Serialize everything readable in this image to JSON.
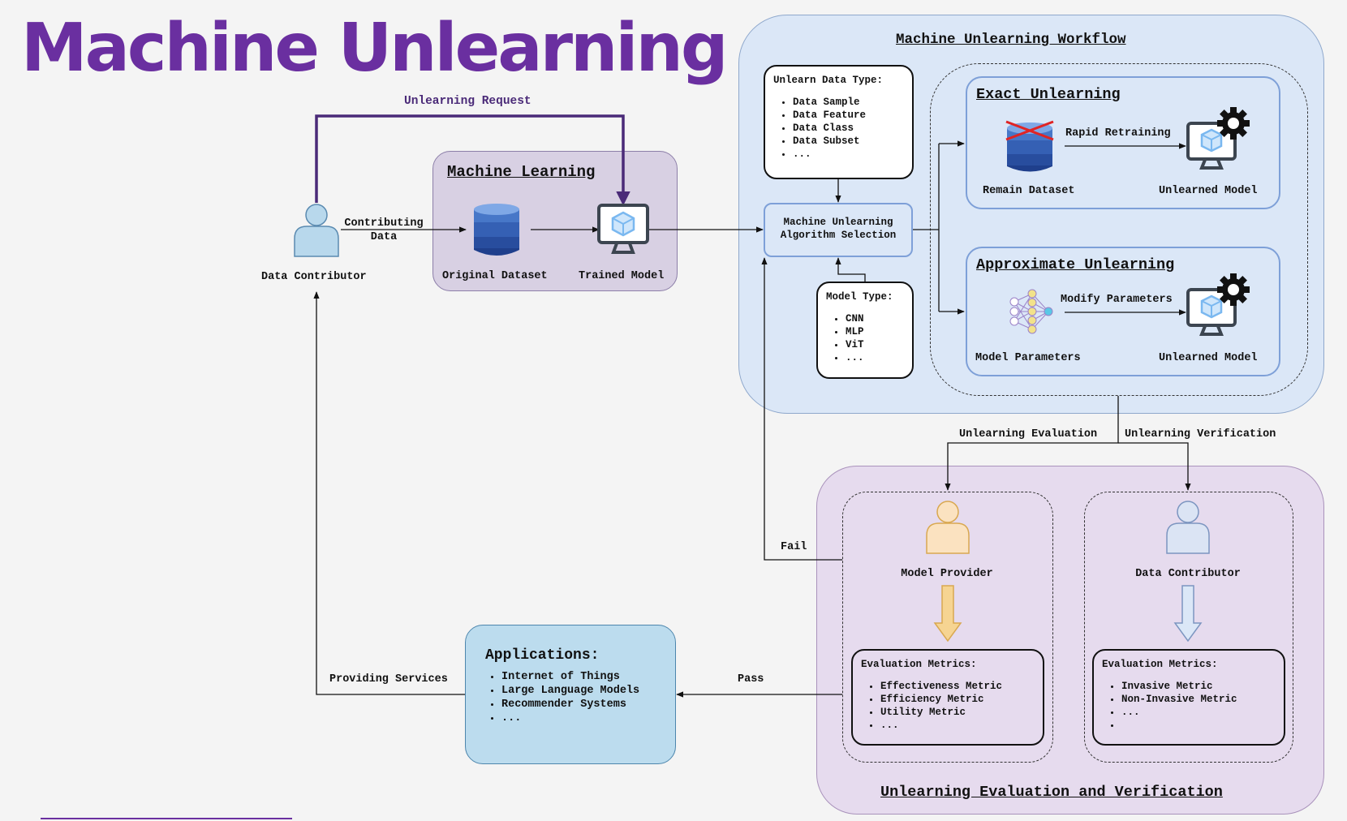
{
  "title": "Machine Unlearning",
  "unlearning_request": "Unlearning Request",
  "machine_learning": {
    "header": "Machine Learning",
    "original_dataset": "Original Dataset",
    "trained_model": "Trained Model"
  },
  "data_contributor": "Data Contributor",
  "contributing_data": [
    "Contributing",
    "Data"
  ],
  "workflow": {
    "header": "Machine Unlearning Workflow",
    "unlearn_data_type": {
      "title": "Unlearn Data Type:",
      "items": [
        "Data Sample",
        "Data Feature",
        "Data Class",
        "Data Subset",
        "..."
      ]
    },
    "algorithm_selection": [
      "Machine Unlearning",
      "Algorithm Selection"
    ],
    "model_type": {
      "title": "Model Type:",
      "items": [
        "CNN",
        "MLP",
        "ViT",
        "..."
      ]
    },
    "exact": {
      "header": "Exact Unlearning",
      "arrow_label": "Rapid Retraining",
      "left_label": "Remain Dataset",
      "right_label": "Unlearned Model"
    },
    "approximate": {
      "header": "Approximate Unlearning",
      "arrow_label": "Modify Parameters",
      "left_label": "Model Parameters",
      "right_label": "Unlearned Model"
    }
  },
  "unlearning_evaluation": "Unlearning Evaluation",
  "unlearning_verification": "Unlearning Verification",
  "fail": "Fail",
  "pass": "Pass",
  "providing_services": "Providing Services",
  "applications": {
    "title": "Applications:",
    "items": [
      "Internet of Things",
      "Large Language Models",
      "Recommender Systems",
      "..."
    ]
  },
  "evaluation": {
    "header": "Unlearning Evaluation and Verification",
    "model_provider": {
      "label": "Model Provider",
      "metrics_title": "Evaluation Metrics:",
      "items": [
        "Effectiveness Metric",
        "Efficiency Metric",
        "Utility Metric",
        "..."
      ]
    },
    "data_contributor": {
      "label": "Data Contributor",
      "metrics_title": "Evaluation Metrics:",
      "items": [
        "Invasive Metric",
        "Non-Invasive Metric",
        "...",
        ""
      ]
    }
  },
  "colors": {
    "title": "#6a2fa0",
    "ml_panel": "#d8d0e3",
    "workflow_panel": "#dbe7f7",
    "eval_panel": "#e6dbee",
    "applications": "#bcdcee",
    "person_blue": "#b8d8ec",
    "person_orange": "#fbe2c0",
    "database": "#3a62b5",
    "monitor": "#3c4550",
    "cube": "#7ab8f0",
    "red_cross": "#e02424"
  }
}
